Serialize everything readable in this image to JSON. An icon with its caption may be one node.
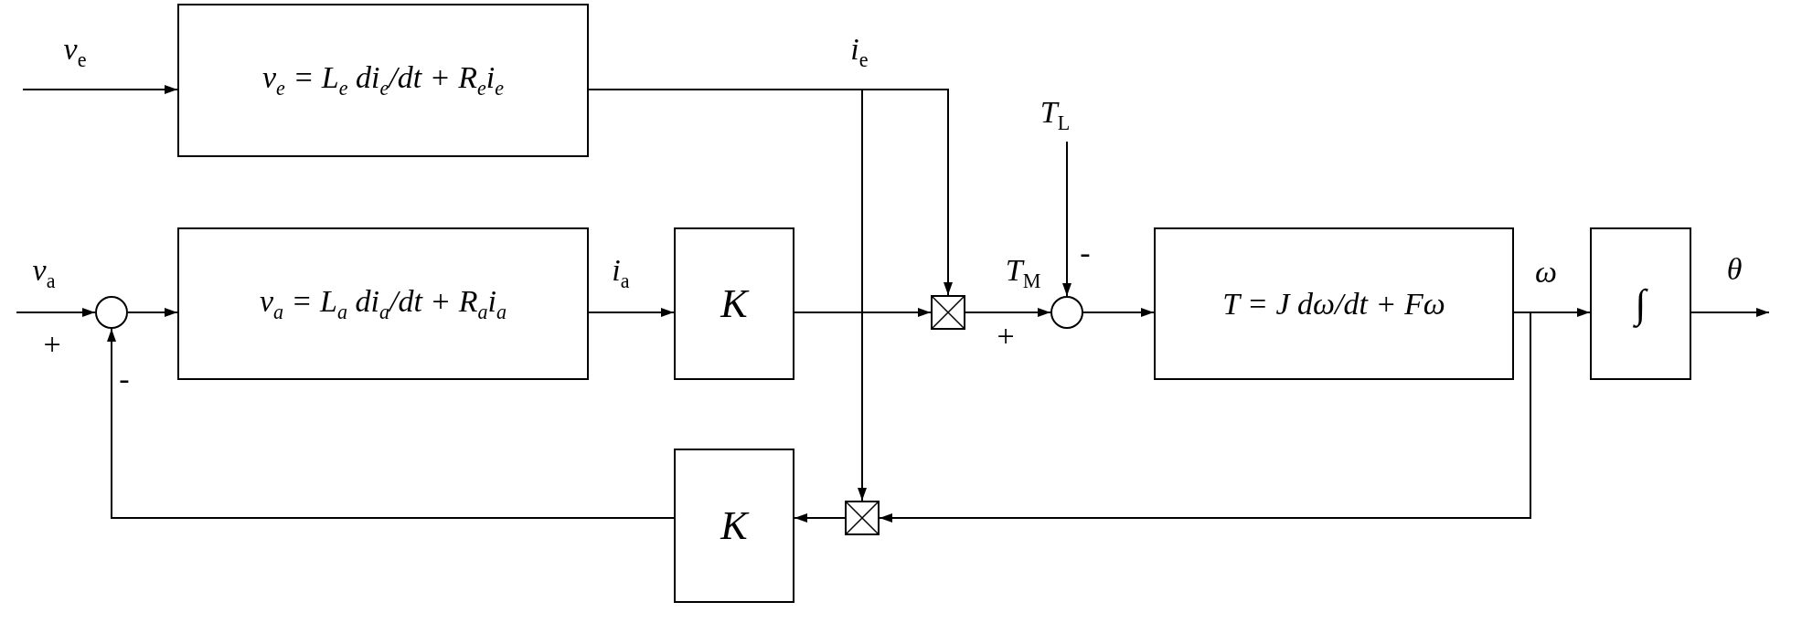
{
  "diagram": {
    "nodes": [
      {
        "text": [
          "v$_{e}$ = L$_{e}$ di$_{e}$/dt + R$_{e}$i$_{e}$"
        ]
      },
      {
        "text": [],
        "shape": "circle"
      },
      {
        "text": [
          "v$_{a}$ = L$_{a}$ di$_{a}$/dt + R$_{a}$i$_{a}$"
        ]
      },
      {
        "text": [
          "K"
        ]
      },
      {
        "text": [],
        "shape": "box"
      },
      {
        "text": [],
        "shape": "circle"
      },
      {
        "text": [
          "T = J dω/dt + Fω"
        ]
      },
      {
        "text": [
          "∫"
        ]
      },
      {
        "text": [],
        "shape": "box"
      },
      {
        "text": [
          "K"
        ]
      }
    ],
    "edges": [
      {
        "from": null,
        "to": 0,
        "arrow": "to",
        "label": "*v*$_{e}$"
      },
      {
        "from": 0,
        "to": 4,
        "arrow": "to",
        "label": "*i*$_{e}$"
      },
      {
        "from": 0,
        "to": 8,
        "arrow": "to"
      },
      {
        "from": null,
        "to": 1,
        "arrow": "to",
        "label": "*v*$_{a}$"
      },
      {
        "from": 1,
        "to": 2,
        "arrow": "to"
      },
      {
        "from": 2,
        "to": 3,
        "arrow": "to",
        "label": "*i*$_{a}$"
      },
      {
        "from": 3,
        "to": 4,
        "arrow": "to"
      },
      {
        "from": 4,
        "to": 5,
        "arrow": "to",
        "label": "*T*$_{M}$"
      },
      {
        "from": null,
        "to": 5,
        "arrow": "to",
        "label": "*T*$_{L}$"
      },
      {
        "from": 5,
        "to": 6,
        "arrow": "to"
      },
      {
        "from": 6,
        "to": 7,
        "arrow": "to",
        "label": "*ω*"
      },
      {
        "from": 7,
        "to": null,
        "arrow": "to",
        "label": "*θ*"
      },
      {
        "from": 6,
        "to": 8,
        "arrow": "to"
      },
      {
        "from": 8,
        "to": 9,
        "arrow": "to"
      },
      {
        "from": 9,
        "to": 1,
        "arrow": "to"
      }
    ],
    "labels": [
      "+",
      "-",
      "+",
      "-"
    ]
  }
}
